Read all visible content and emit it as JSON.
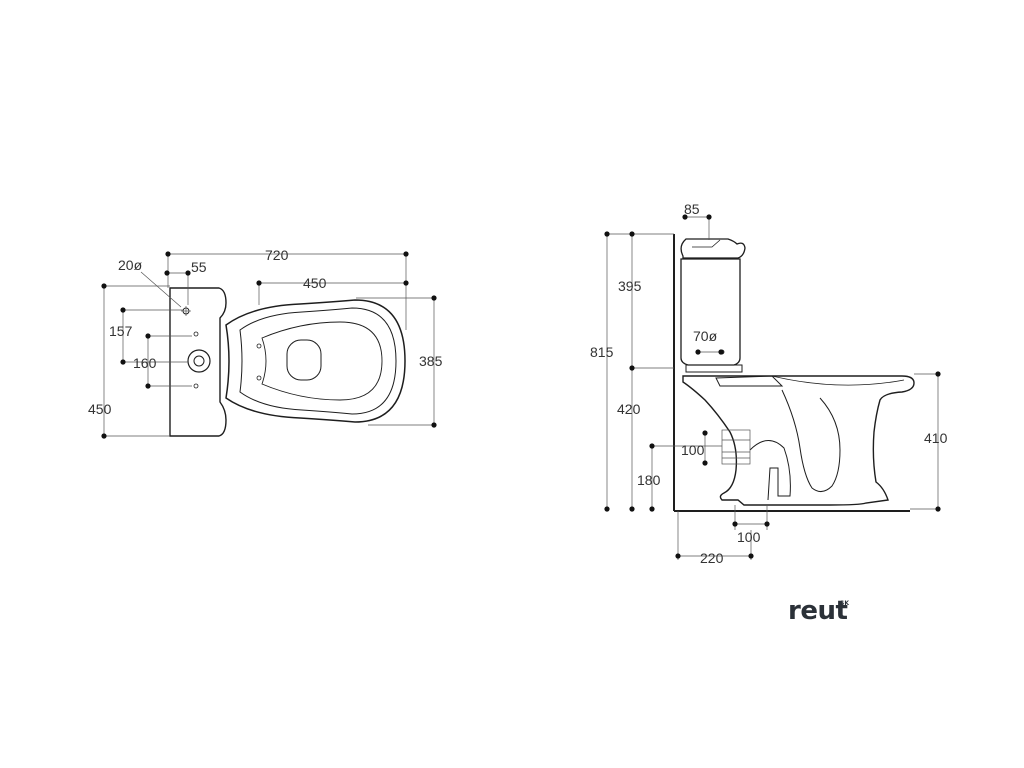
{
  "top_view": {
    "dims": {
      "hole_dia": "20ø",
      "offset": "55",
      "total_length": "720",
      "bowl_length": "450",
      "hole_a": "157",
      "hole_b": "160",
      "width": "450",
      "bowl_width": "385"
    }
  },
  "side_view": {
    "dims": {
      "tank_depth": "85",
      "tank_height": "395",
      "total_height": "815",
      "inlet_dia": "70ø",
      "seat_height_from_tank": "420",
      "outlet_dia": "100",
      "outlet_height": "180",
      "bowl_height": "410",
      "floor_outlet_dia": "100",
      "wall_distance": "220"
    }
  },
  "brand": {
    "name": "reut",
    "suffix": "SK"
  }
}
